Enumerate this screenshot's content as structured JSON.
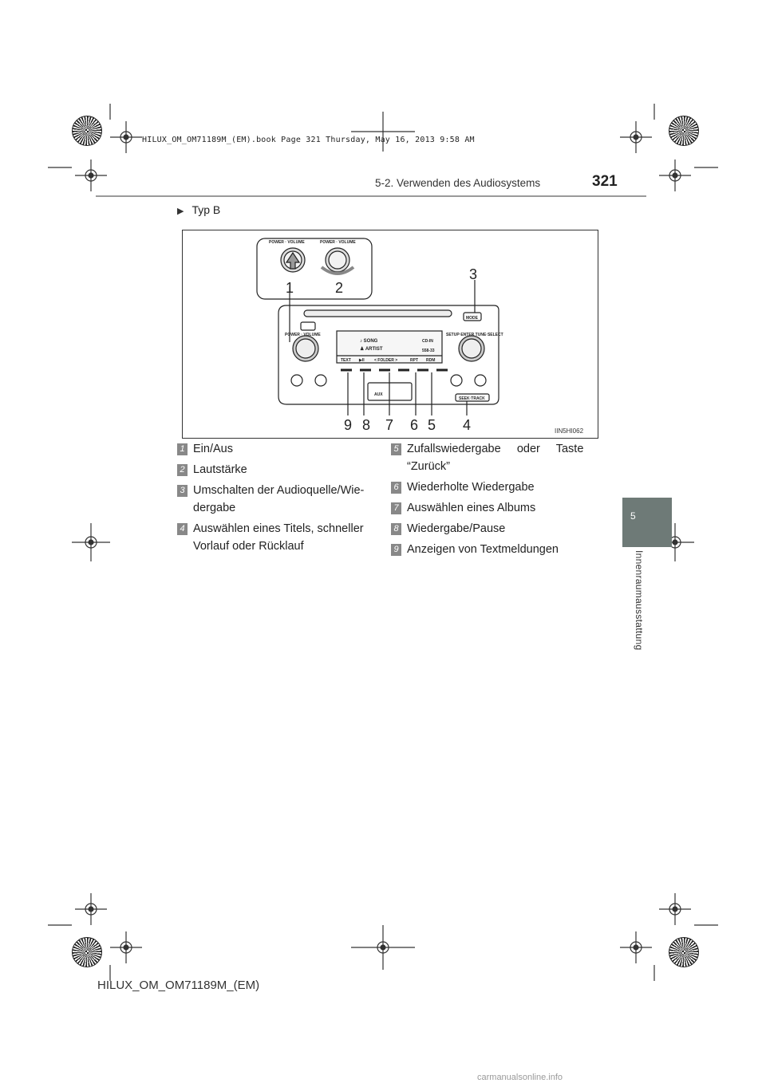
{
  "print_info": "HILUX_OM_OM71189M_(EM).book  Page 321  Thursday, May 16, 2013  9:58 AM",
  "header": {
    "section": "5-2. Verwenden des Audiosystems",
    "page_number": "321"
  },
  "chapter": {
    "number": "5",
    "title": "Innenraumausstattung"
  },
  "type_label": "Typ B",
  "figure": {
    "code": "IIN5HI062",
    "knob_label": "POWER · VOLUME",
    "left_label": "POWER · VOLUME",
    "right_label": "SETUP·ENTER  TUNE·SELECT",
    "mode_label": "MODE",
    "seek_label": "SEEK·TRACK",
    "aux_label": "AUX",
    "display_song": "SONG",
    "display_artist": "ARTIST",
    "display_cd": "CD-IN",
    "display_time": "558-33",
    "softkeys": [
      "TEXT",
      "▶II",
      "<  FOLDER  >",
      "RPT",
      "RDM"
    ],
    "callouts": [
      "1",
      "2",
      "3",
      "9",
      "8",
      "7",
      "6",
      "5",
      "4"
    ]
  },
  "legend_left": [
    {
      "num": "1",
      "text": "Ein/Aus"
    },
    {
      "num": "2",
      "text": "Lautstärke"
    },
    {
      "num": "3",
      "text": "Umschalten der Audioquelle/Wie-",
      "text2": "dergabe"
    },
    {
      "num": "4",
      "text": "Auswählen eines Titels, schneller",
      "text2": "Vorlauf oder Rücklauf"
    }
  ],
  "legend_right": [
    {
      "num": "5",
      "text": "Zufallswiedergabe     oder     Taste",
      "text2": "“Zurück”"
    },
    {
      "num": "6",
      "text": "Wiederholte Wiedergabe"
    },
    {
      "num": "7",
      "text": "Auswählen eines Albums"
    },
    {
      "num": "8",
      "text": "Wiedergabe/Pause"
    },
    {
      "num": "9",
      "text": "Anzeigen von Textmeldungen"
    }
  ],
  "footer": "HILUX_OM_OM71189M_(EM)",
  "watermark": "carmanualsonline.info"
}
